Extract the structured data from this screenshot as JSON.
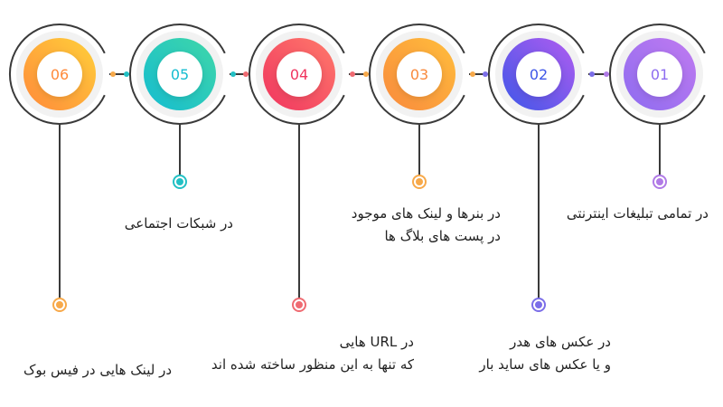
{
  "steps": [
    {
      "number": "01",
      "color_start": "#8e6cf0",
      "color_end": "#c07af0",
      "dot_color": "#b07ae6",
      "lines": [
        "در تمامی تبلیغات اینترنتی"
      ]
    },
    {
      "number": "02",
      "color_start": "#3f57e8",
      "color_end": "#b15cf0",
      "dot_color": "#7b6ee8",
      "lines": [
        "در عکس های هدر",
        "و یا عکس های ساید بار"
      ]
    },
    {
      "number": "03",
      "color_start": "#f98a3d",
      "color_end": "#ffbe3c",
      "dot_color": "#f7a94a",
      "lines": [
        "در بنرها و لینک های موجود",
        "در پست های بلاگ ها"
      ]
    },
    {
      "number": "04",
      "color_start": "#f0355f",
      "color_end": "#ff7a6b",
      "dot_color": "#ef6b72",
      "lines": [
        "در URL هایی",
        "که تنها به این منظور ساخته شده اند"
      ]
    },
    {
      "number": "05",
      "color_start": "#15bcd0",
      "color_end": "#3fd7a8",
      "dot_color": "#22c0c4",
      "lines": [
        "در شبکات اجتماعی"
      ]
    },
    {
      "number": "06",
      "color_start": "#ff8a3a",
      "color_end": "#ffd03a",
      "dot_color": "#f7a94a",
      "lines": [
        "در لینک هایی در فیس بوک"
      ]
    }
  ],
  "line_color": "#3a3a3a",
  "ring_color": "#f2f2f2"
}
